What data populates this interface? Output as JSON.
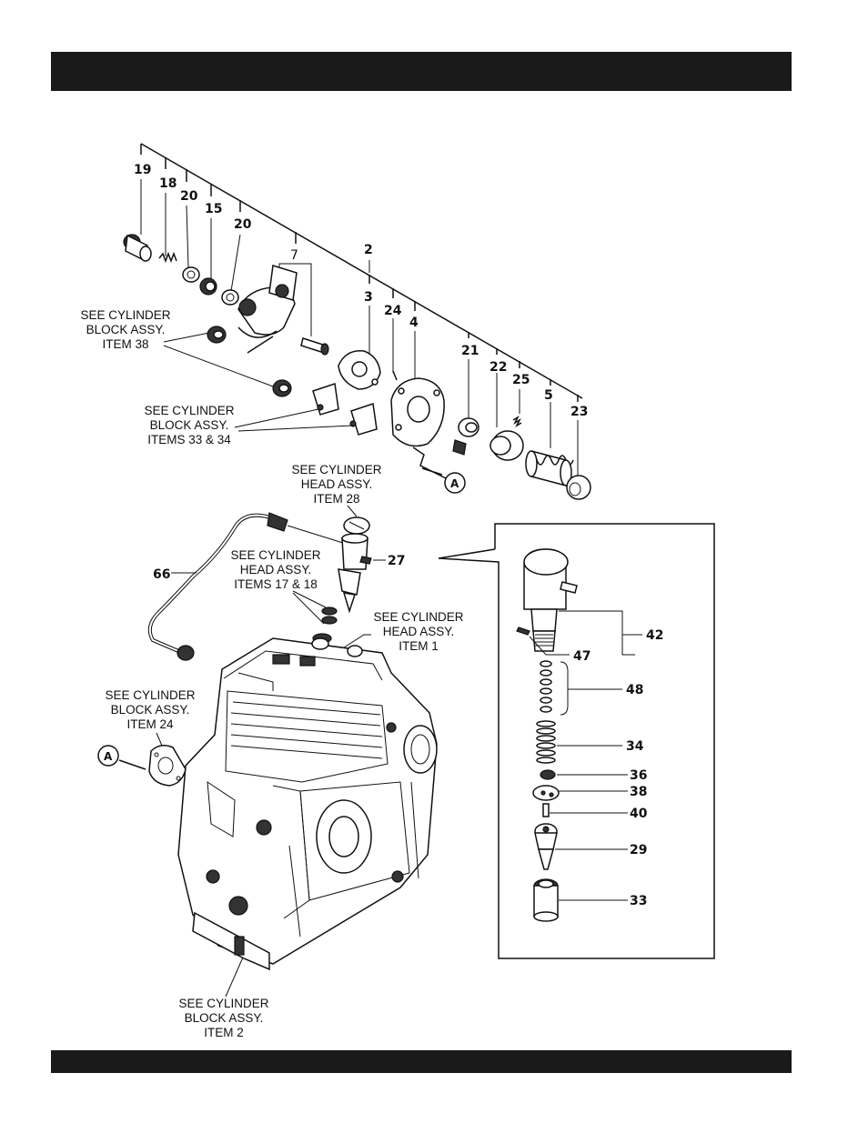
{
  "header_bar": "",
  "footer_bar": "",
  "callouts": {
    "c19": "19",
    "c18": "18",
    "c20a": "20",
    "c15": "15",
    "c20b": "20",
    "c7": "7",
    "c2": "2",
    "c3": "3",
    "c24": "24",
    "c4": "4",
    "c21": "21",
    "c22": "22",
    "c25": "25",
    "c5": "5",
    "c23": "23",
    "c27": "27",
    "c66": "66",
    "c42": "42",
    "c47": "47",
    "c48": "48",
    "c34": "34",
    "c36": "36",
    "c38": "38",
    "c40": "40",
    "c29": "29",
    "c33": "33",
    "refA1": "A",
    "refA2": "A"
  },
  "notes": {
    "block38": [
      "SEE CYLINDER",
      "BLOCK ASSY.",
      "ITEM 38"
    ],
    "block3334": [
      "SEE CYLINDER",
      "BLOCK ASSY.",
      "ITEMS 33 & 34"
    ],
    "head28": [
      "SEE CYLINDER",
      "HEAD ASSY.",
      "ITEM 28"
    ],
    "head1718": [
      "SEE CYLINDER",
      "HEAD ASSY.",
      "ITEMS 17 & 18"
    ],
    "head1": [
      "SEE CYLINDER",
      "HEAD ASSY.",
      "ITEM 1"
    ],
    "block24": [
      "SEE CYLINDER",
      "BLOCK ASSY.",
      "ITEM 24"
    ],
    "block2": [
      "SEE CYLINDER",
      "BLOCK ASSY.",
      "ITEM 2"
    ]
  }
}
